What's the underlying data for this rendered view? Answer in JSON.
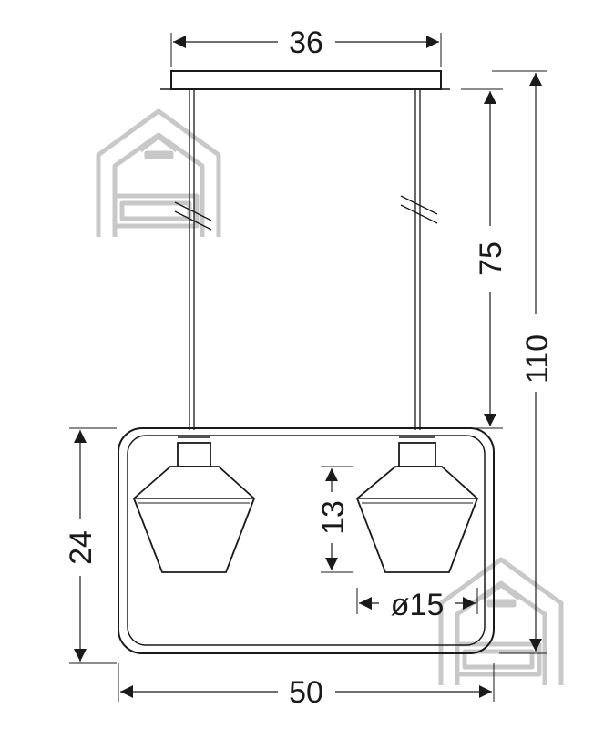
{
  "drawing": {
    "dimensions": {
      "canopy_width": "36",
      "cable_length": "75",
      "total_height": "110",
      "frame_height": "24",
      "shade_height": "13",
      "shade_diameter": "ø15",
      "frame_width": "50"
    },
    "watermark_icon": "house-logo-icon",
    "line_color": "#1a1a1a",
    "watermark_color": "#c8c8c8"
  }
}
